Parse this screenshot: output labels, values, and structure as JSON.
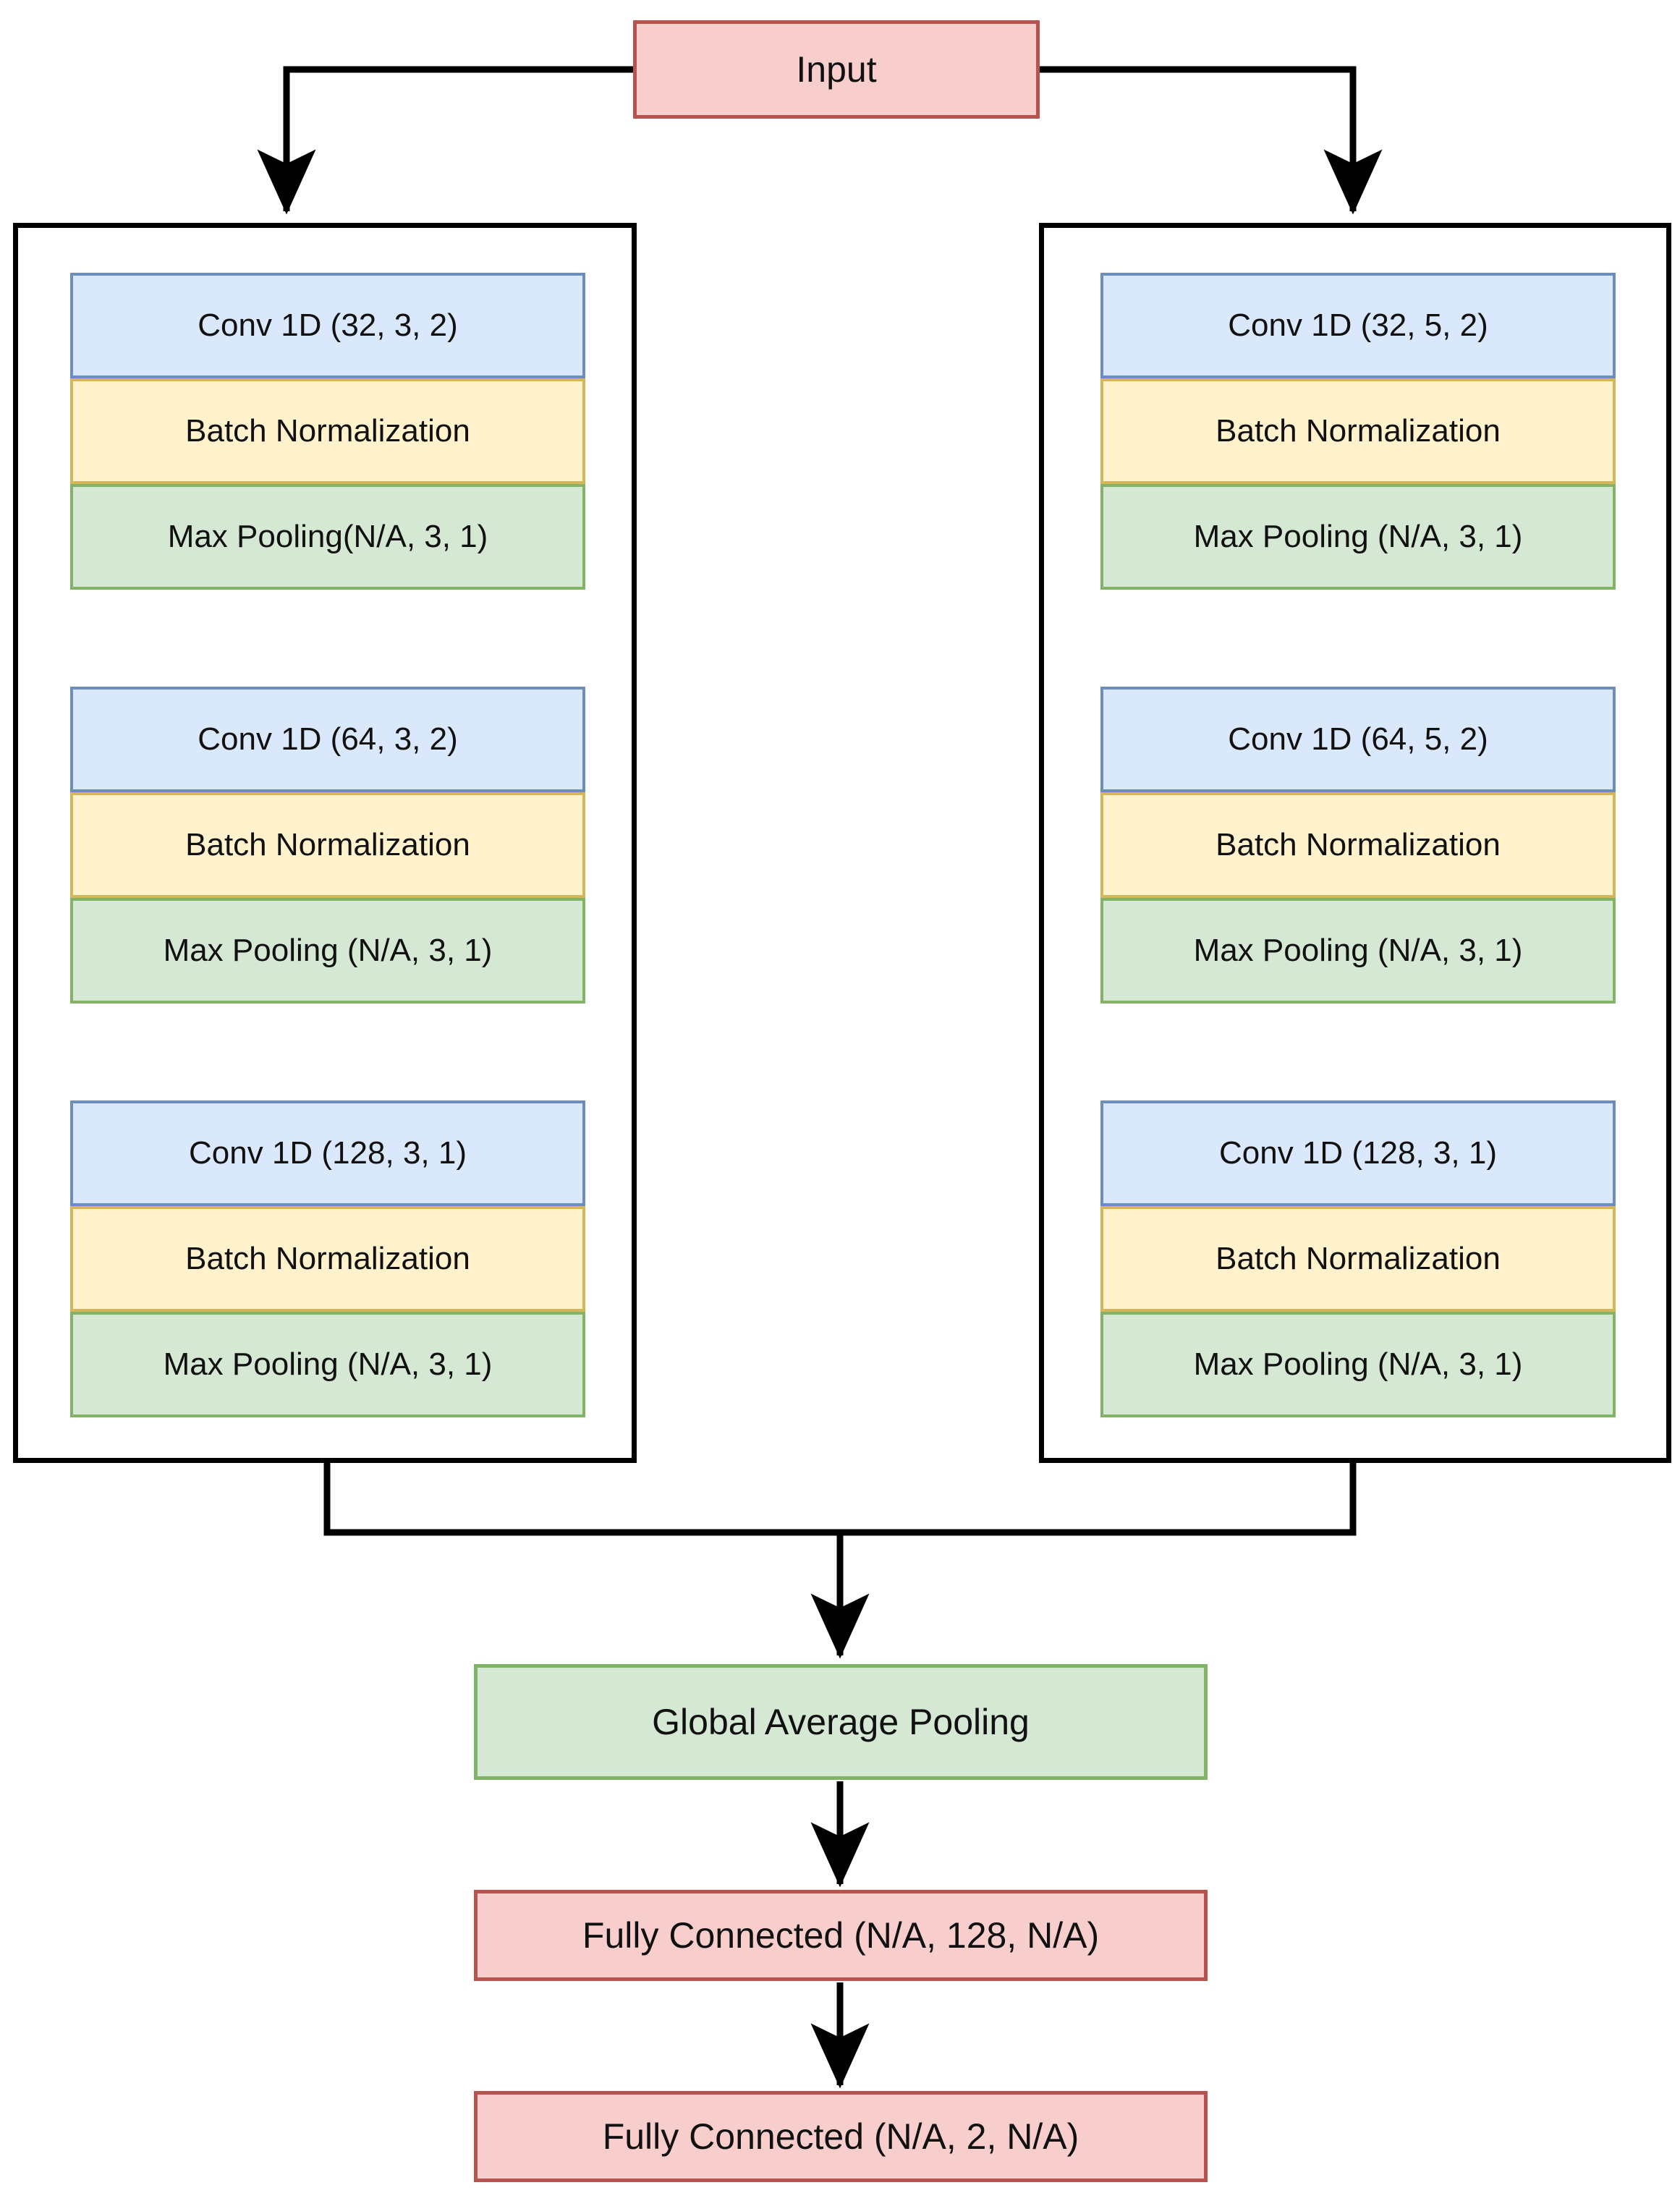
{
  "diagram": {
    "title_node": {
      "label": "Input"
    },
    "branches": [
      {
        "name": "left-branch",
        "groups": [
          {
            "conv": "Conv 1D (32, 3, 2)",
            "norm": "Batch Normalization",
            "pool": "Max Pooling(N/A, 3, 1)"
          },
          {
            "conv": "Conv 1D (64, 3, 2)",
            "norm": "Batch Normalization",
            "pool": "Max Pooling (N/A, 3, 1)"
          },
          {
            "conv": "Conv 1D (128, 3, 1)",
            "norm": "Batch Normalization",
            "pool": "Max Pooling (N/A, 3, 1)"
          }
        ]
      },
      {
        "name": "right-branch",
        "groups": [
          {
            "conv": "Conv 1D (32, 5, 2)",
            "norm": "Batch Normalization",
            "pool": "Max Pooling (N/A, 3, 1)"
          },
          {
            "conv": "Conv 1D (64, 5, 2)",
            "norm": "Batch Normalization",
            "pool": "Max Pooling (N/A, 3, 1)"
          },
          {
            "conv": "Conv 1D (128, 3, 1)",
            "norm": "Batch Normalization",
            "pool": "Max Pooling (N/A, 3, 1)"
          }
        ]
      }
    ],
    "tail_nodes": [
      {
        "label": "Global Average Pooling"
      },
      {
        "label": "Fully Connected (N/A, 128, N/A)"
      },
      {
        "label": "Fully Connected (N/A, 2, N/A)"
      }
    ],
    "colors": {
      "conv_fill": "#dae8fc",
      "conv_border": "#6c8ebf",
      "norm_fill": "#fff2cc",
      "norm_border": "#d6b656",
      "pool_fill": "#d5e8d4",
      "pool_border": "#82b366",
      "red_fill": "#f8cecc",
      "red_border": "#b85450",
      "edge": "#000000",
      "container_border": "#000000"
    }
  }
}
